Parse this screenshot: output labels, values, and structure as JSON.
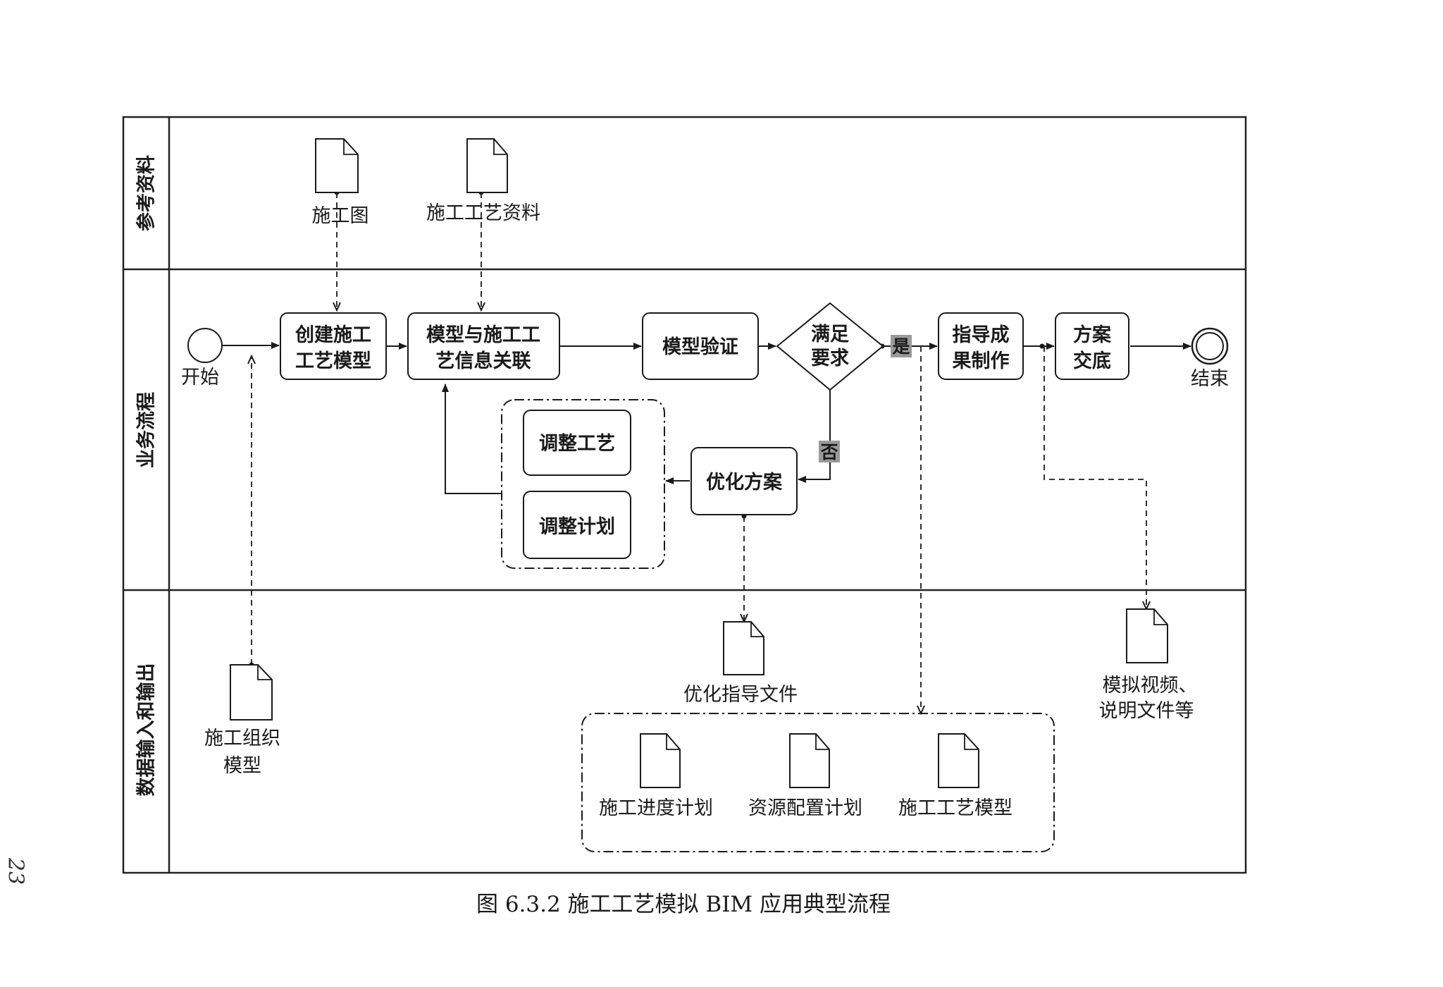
{
  "lanes": {
    "reference": "参考资料",
    "process": "业务流程",
    "data_io": "数据输入和输出"
  },
  "events": {
    "start": "开始",
    "end": "结束"
  },
  "tasks": {
    "create_model": [
      "创建施工",
      "工艺模型"
    ],
    "link_info": [
      "模型与施工工",
      "艺信息关联"
    ],
    "verify": "模型验证",
    "guidance": [
      "指导成",
      "果制作"
    ],
    "briefing": [
      "方案",
      "交底"
    ],
    "optimize": "优化方案",
    "adjust_process": "调整工艺",
    "adjust_plan": "调整计划"
  },
  "gateway": {
    "label": [
      "满足",
      "要求"
    ],
    "yes": "是",
    "no": "否"
  },
  "documents": {
    "construction_drawing": "施工图",
    "process_data": "施工工艺资料",
    "org_model": [
      "施工组织",
      "模型"
    ],
    "optimization_doc": "优化指导文件",
    "schedule": "施工进度计划",
    "resource": "资源配置计划",
    "process_model": "施工工艺模型",
    "video": [
      "模拟视频、",
      "说明文件等"
    ]
  },
  "caption": "图 6.3.2   施工工艺模拟 BIM 应用典型流程",
  "page_number": "23"
}
